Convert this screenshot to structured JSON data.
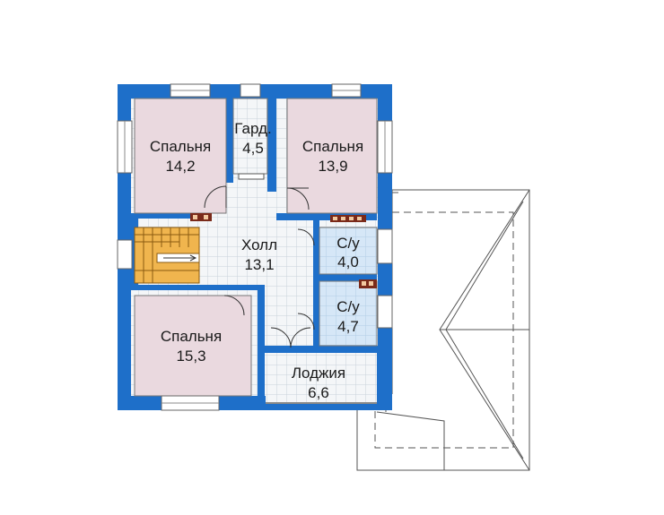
{
  "plan": {
    "colors": {
      "wall": "#1e6fc9",
      "bedroom": "#ead9df",
      "tile": "#f4f6f8",
      "wet": "#d6e7f7",
      "window": "#ffffff",
      "stair": "#f0b54e",
      "outline": "#555555"
    },
    "rooms": [
      {
        "id": "bedroom-1",
        "name": "Спальня",
        "area": "14,2"
      },
      {
        "id": "closet",
        "name": "Гард.",
        "area": "4,5"
      },
      {
        "id": "bedroom-2",
        "name": "Спальня",
        "area": "13,9"
      },
      {
        "id": "hall",
        "name": "Холл",
        "area": "13,1"
      },
      {
        "id": "bath-1",
        "name": "С/у",
        "area": "4,0"
      },
      {
        "id": "bath-2",
        "name": "С/у",
        "area": "4,7"
      },
      {
        "id": "bedroom-3",
        "name": "Спальня",
        "area": "15,3"
      },
      {
        "id": "loggia",
        "name": "Лоджия",
        "area": "6,6"
      }
    ]
  }
}
